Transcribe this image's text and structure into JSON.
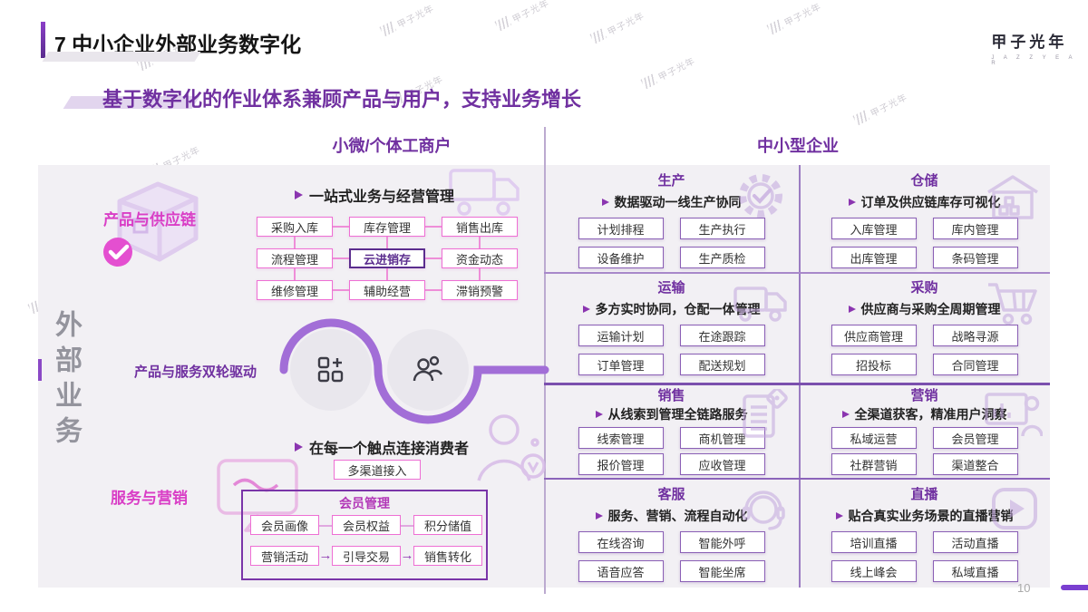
{
  "slide": {
    "title": "7 中小企业外部业务数字化",
    "subtitle": "基于数字化的作业体系兼顾产品与用户，支持业务增长",
    "page_number": "10",
    "watermark": "甲子光年",
    "logo": {
      "name": "甲子光年",
      "sub": "J A Z Z Y E A R"
    }
  },
  "colors": {
    "primary_purple": "#7030a0",
    "magenta": "#d93ec6",
    "curve_purple": "#a26ed7",
    "box_border_right": "#8a5fb5",
    "box_border_left": "#ee6fd4",
    "panel_bg": "#f2f0f4"
  },
  "left_panel": {
    "header": "小微/个体工商户",
    "side_label": "外部业务",
    "product_supply": {
      "label": "产品与供应链",
      "icon": "package-box-icon",
      "bullet": "一站式业务与经营管理",
      "grid": [
        [
          "采购入库",
          "库存管理",
          "销售出库"
        ],
        [
          "流程管理",
          "云进销存",
          "资金动态"
        ],
        [
          "维修管理",
          "辅助经营",
          "滞销预警"
        ]
      ],
      "highlighted_box": "云进销存"
    },
    "dual_drive": {
      "label": "产品与服务双轮驱动",
      "left_icon": "product-grid-icon",
      "right_icon": "users-icon"
    },
    "service_marketing": {
      "label": "服务与营销",
      "icon": "monitor-icon",
      "bullet": "在每一个触点连接消费者",
      "channel_box": "多渠道接入",
      "member": {
        "title": "会员管理",
        "row1": [
          "会员画像",
          "会员权益",
          "积分储值"
        ],
        "row2": [
          "营销活动",
          "引导交易",
          "销售转化"
        ]
      }
    }
  },
  "right_panel": {
    "header": "中小型企业",
    "cells": [
      {
        "title": "生产",
        "icon": "gear-check-icon",
        "bullet": "数据驱动一线生产协同",
        "items": [
          "计划排程",
          "生产执行",
          "设备维护",
          "生产质检"
        ]
      },
      {
        "title": "仓储",
        "icon": "warehouse-icon",
        "bullet": "订单及供应链库存可视化",
        "items": [
          "入库管理",
          "库内管理",
          "出库管理",
          "条码管理"
        ]
      },
      {
        "title": "运输",
        "icon": "truck-icon",
        "bullet": "多方实时协同，仓配一体管理",
        "items": [
          "运输计划",
          "在途跟踪",
          "订单管理",
          "配送规划"
        ]
      },
      {
        "title": "采购",
        "icon": "cart-icon",
        "bullet": "供应商与采购全周期管理",
        "items": [
          "供应商管理",
          "战略寻源",
          "招投标",
          "合同管理"
        ]
      },
      {
        "title": "销售",
        "icon": "document-tag-icon",
        "bullet": "从线索到管理全链路服务",
        "items": [
          "线索管理",
          "商机管理",
          "报价管理",
          "应收管理"
        ]
      },
      {
        "title": "营销",
        "icon": "presentation-icon",
        "bullet": "全渠道获客，精准用户洞察",
        "items": [
          "私域运营",
          "会员管理",
          "社群营销",
          "渠道整合"
        ]
      },
      {
        "title": "客服",
        "icon": "headset-icon",
        "bullet": "服务、营销、流程自动化",
        "items": [
          "在线咨询",
          "智能外呼",
          "语音应答",
          "智能坐席"
        ]
      },
      {
        "title": "直播",
        "icon": "play-icon",
        "bullet": "贴合真实业务场景的直播营销",
        "items": [
          "培训直播",
          "活动直播",
          "线上峰会",
          "私域直播"
        ]
      }
    ]
  }
}
